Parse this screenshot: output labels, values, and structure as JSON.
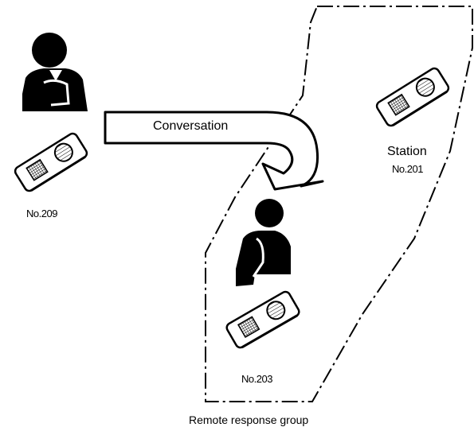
{
  "labels": {
    "conversation": "Conversation",
    "station": "Station",
    "station_no": "No.201",
    "caller_no": "No.209",
    "member_no": "No.203",
    "group": "Remote response group"
  },
  "icons": [
    "person-icon",
    "station-phone-icon",
    "arrow-icon"
  ]
}
